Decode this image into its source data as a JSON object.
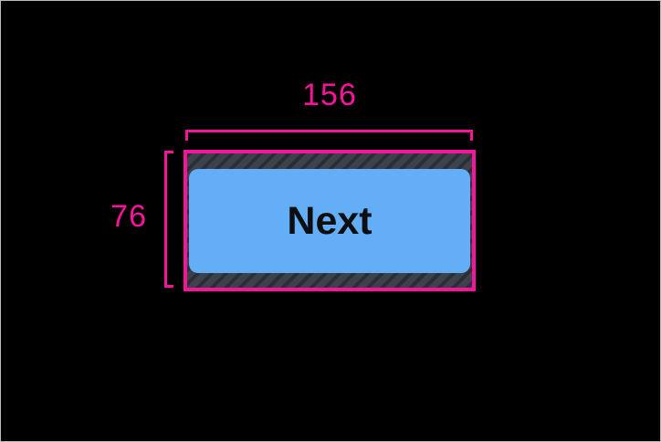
{
  "theme": {
    "canvas-bg": "#000000",
    "frame-border": "#bdbdbd",
    "accent-pink": "#f6149b",
    "button-blue": "#63aef6",
    "button-text": "#0d0e10",
    "hatch-bg": "#3c414b",
    "hatch-stripe": "#2a2e37"
  },
  "annotation": {
    "width_label": "156",
    "height_label": "76"
  },
  "button": {
    "label": "Next"
  }
}
